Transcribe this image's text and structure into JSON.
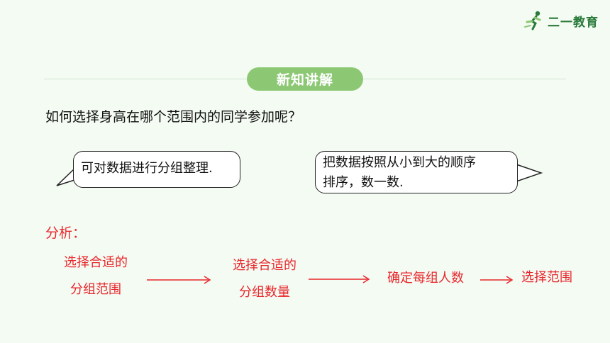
{
  "logo": {
    "text": "二一教育"
  },
  "section": {
    "title": "新知讲解"
  },
  "question": "如何选择身高在哪个范围内的同学参加呢？",
  "bubbles": [
    {
      "line1": "可对数据进行分组整理.",
      "line2": ""
    },
    {
      "line1": "把数据按照从小到大的顺序",
      "line2": "排序，数一数."
    }
  ],
  "analysis_label": "分析：",
  "steps": [
    {
      "line1": "选择合适的",
      "line2": "分组范围"
    },
    {
      "line1": "选择合适的",
      "line2": "分组数量"
    },
    {
      "line1": "确定每组人数",
      "line2": ""
    },
    {
      "line1": "选择范围",
      "line2": ""
    }
  ],
  "colors": {
    "accent_green": "#8cc873",
    "highlight_red": "#e8262b",
    "background": "#f4fbf3"
  }
}
